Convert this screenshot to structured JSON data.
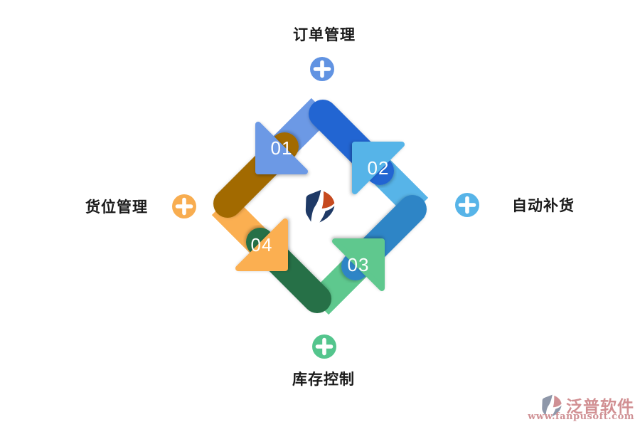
{
  "diagram": {
    "steps": [
      {
        "number": "01",
        "label": "订单管理",
        "position": "top",
        "arrow_light": "#6c99e5",
        "arrow_dark": "#2165d2",
        "plus": "#6193e2"
      },
      {
        "number": "02",
        "label": "自动补货",
        "position": "right",
        "arrow_light": "#57b4e8",
        "arrow_dark": "#2e85c6",
        "plus": "#57b4e8"
      },
      {
        "number": "03",
        "label": "库存控制",
        "position": "bottom",
        "arrow_light": "#5ec88e",
        "arrow_dark": "#256f46",
        "plus": "#54c58d"
      },
      {
        "number": "04",
        "label": "货位管理",
        "position": "left",
        "arrow_light": "#fbaf51",
        "arrow_dark": "#a26a05",
        "plus": "#f8ad50"
      }
    ],
    "logo_colors": {
      "navy": "#1f3a66",
      "red": "#c64a1f"
    }
  },
  "watermark": {
    "brand": "泛普软件",
    "url": "www.fanpusoft.com",
    "text_color": "#d18f92",
    "glyph_gray": "#8e97a9",
    "glyph_rose": "#cf9094"
  }
}
